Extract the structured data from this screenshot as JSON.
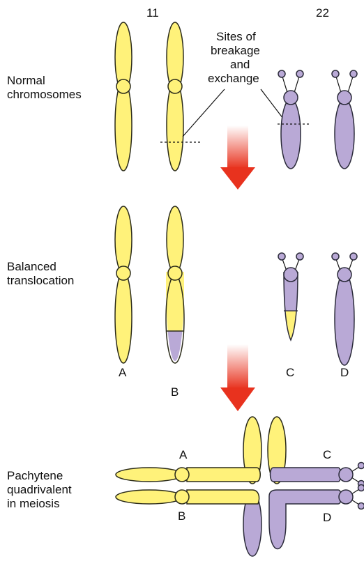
{
  "header": {
    "chromosome_11": "11",
    "chromosome_22": "22"
  },
  "row1": {
    "label_line1": "Normal",
    "label_line2": "chromosomes",
    "annotation_line1": "Sites of",
    "annotation_line2": "breakage",
    "annotation_line3": "and",
    "annotation_line4": "exchange"
  },
  "row2": {
    "label_line1": "Balanced",
    "label_line2": "translocation",
    "chrom_a": "A",
    "chrom_b": "B",
    "chrom_c": "C",
    "chrom_d": "D"
  },
  "row3": {
    "label_line1": "Pachytene",
    "label_line2": "quadrivalent",
    "label_line3": "in meiosis",
    "chrom_a": "A",
    "chrom_b": "B",
    "chrom_c": "C",
    "chrom_d": "D"
  },
  "colors": {
    "chromosome_11": "#fff27a",
    "chromosome_22": "#b9a9d6",
    "arrow_top": "#ffffff",
    "arrow_bottom": "#e8321e"
  }
}
